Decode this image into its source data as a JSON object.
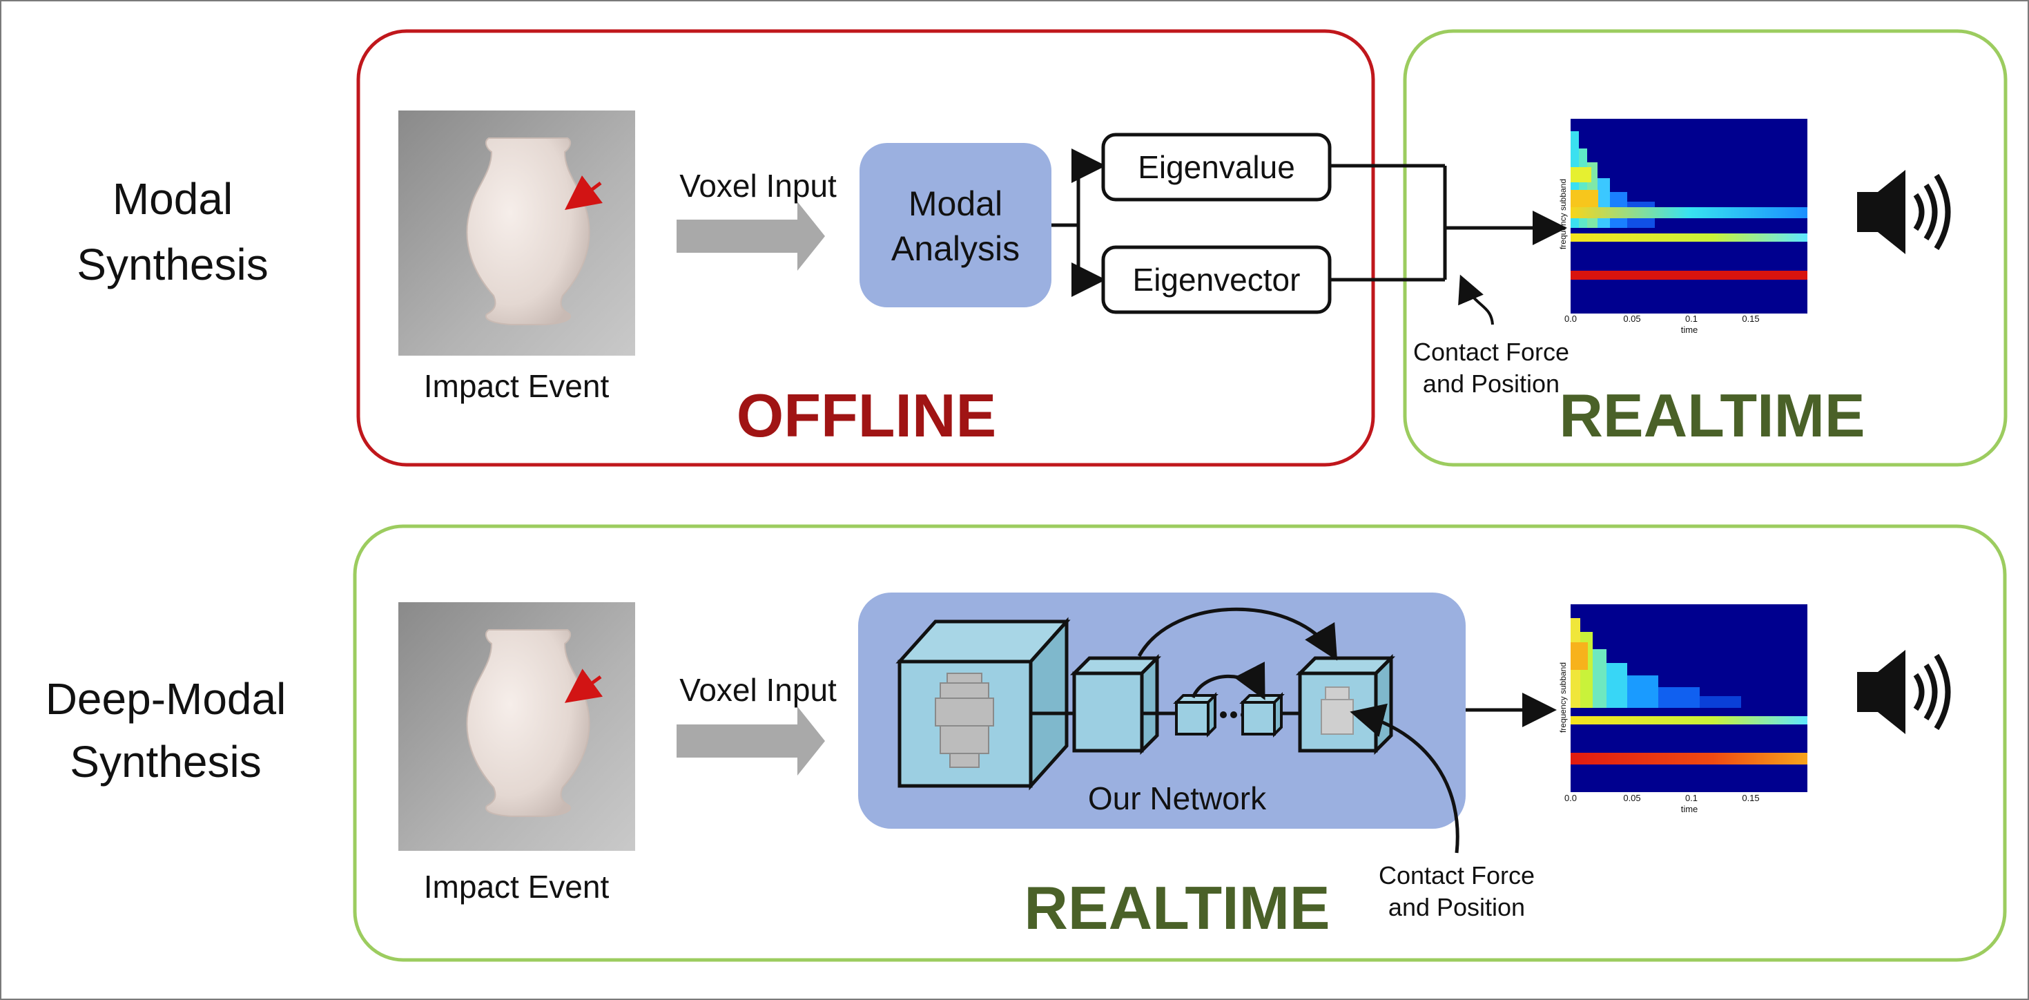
{
  "rows": {
    "top": {
      "row_label_line1": "Modal",
      "row_label_line2": "Synthesis",
      "image_caption": "Impact  Event",
      "voxel_label": "Voxel Input",
      "analysis_line1": "Modal",
      "analysis_line2": "Analysis",
      "eigenvalue": "Eigenvalue",
      "eigenvector": "Eigenvector",
      "contact_line1": "Contact Force",
      "contact_line2": "and Position",
      "offline_label": "OFFLINE",
      "realtime_label": "REALTIME"
    },
    "bottom": {
      "row_label_line1": "Deep-Modal",
      "row_label_line2": "Synthesis",
      "image_caption": "Impact  Event",
      "voxel_label": "Voxel Input",
      "network_label": "Our Network",
      "contact_line1": "Contact Force",
      "contact_line2": "and Position",
      "realtime_label": "REALTIME"
    }
  },
  "spectrogram": {
    "ylabel": "frequency subband",
    "xlabel": "time",
    "xticks": [
      "0.0",
      "0.05",
      "0.1",
      "0.15"
    ]
  },
  "colors": {
    "offline_border": "#c0171c",
    "realtime_border": "#9ccc5f",
    "offline_text": "#a01414",
    "realtime_text": "#4a6128",
    "analysis_fill": "#9bb0e0",
    "network_fill": "#9bb0e0",
    "arrow_gray": "#a9a9a9"
  }
}
